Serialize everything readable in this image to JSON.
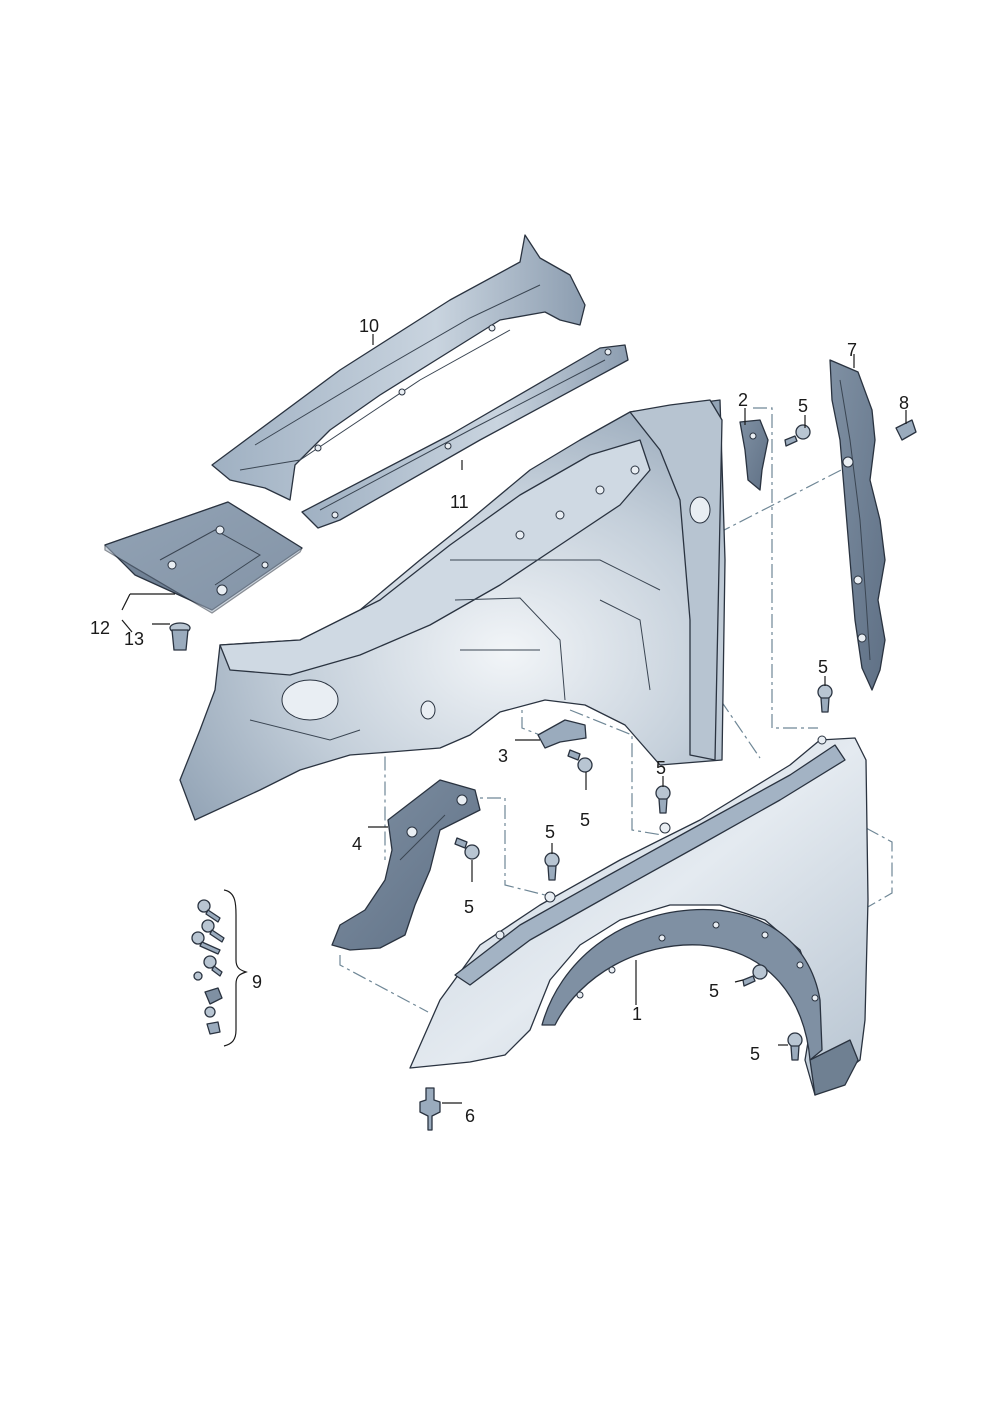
{
  "callouts": {
    "c1": "1",
    "c2": "2",
    "c3": "3",
    "c4": "4",
    "c5": "5",
    "c6": "6",
    "c7": "7",
    "c8": "8",
    "c9": "9",
    "c10": "10",
    "c11": "11",
    "c12": "12",
    "c13": "13"
  },
  "colors": {
    "panel_light": "#d9e1ea",
    "panel_mid": "#a9b7c6",
    "panel_dark": "#6e7f92",
    "outline": "#2a3340",
    "assembly_line": "#6f8796"
  }
}
